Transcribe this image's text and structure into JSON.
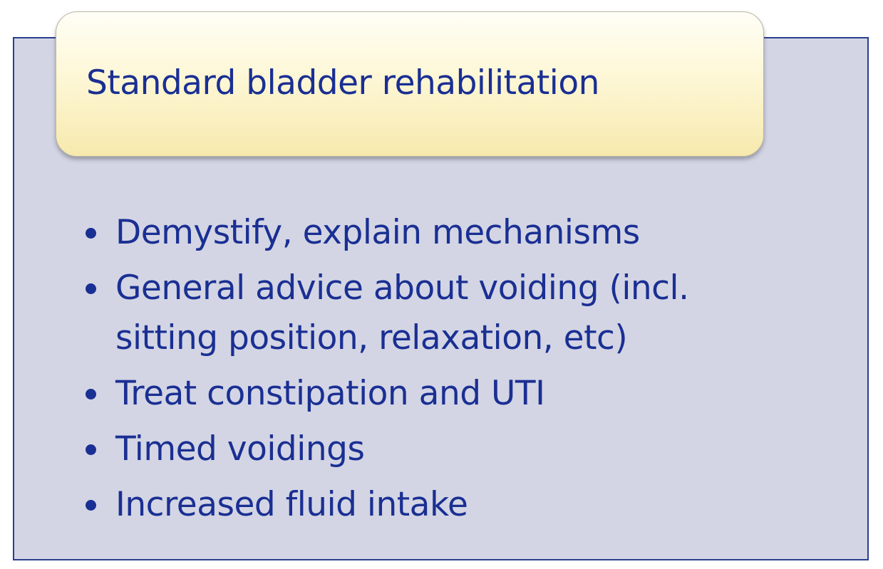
{
  "slide": {
    "title": "Standard bladder rehabilitation",
    "bullets": [
      "Demystify, explain mechanisms",
      "General advice about voiding (incl. sitting position, relaxation, etc)",
      "Treat constipation and UTI",
      "Timed voidings",
      "Increased fluid intake"
    ]
  },
  "colors": {
    "text": "#1a2f93",
    "panel_background": "#d3d5e4",
    "panel_border": "#2b3f8f",
    "title_box_top": "#fffef6",
    "title_box_bottom": "#f7e9ad"
  }
}
